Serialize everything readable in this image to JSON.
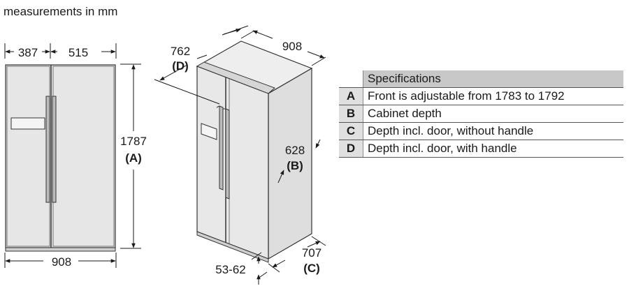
{
  "caption": "measurements in mm",
  "front_view": {
    "width_left": "387",
    "width_right": "515",
    "width_total": "908",
    "height_value": "1787",
    "height_key": "(A)"
  },
  "iso_view": {
    "depth_with_handle": "762",
    "depth_with_handle_key": "(D)",
    "width": "908",
    "cabinet_depth": "628",
    "cabinet_depth_key": "(B)",
    "depth_without_handle": "707",
    "depth_without_handle_key": "(C)",
    "offset": "53-62"
  },
  "specs": {
    "header": "Specifications",
    "rows": [
      {
        "key": "A",
        "text": "Front is adjustable from 1783 to 1792"
      },
      {
        "key": "B",
        "text": "Cabinet depth"
      },
      {
        "key": "C",
        "text": "Depth incl. door, without handle"
      },
      {
        "key": "D",
        "text": "Depth incl. door, with handle"
      }
    ]
  }
}
